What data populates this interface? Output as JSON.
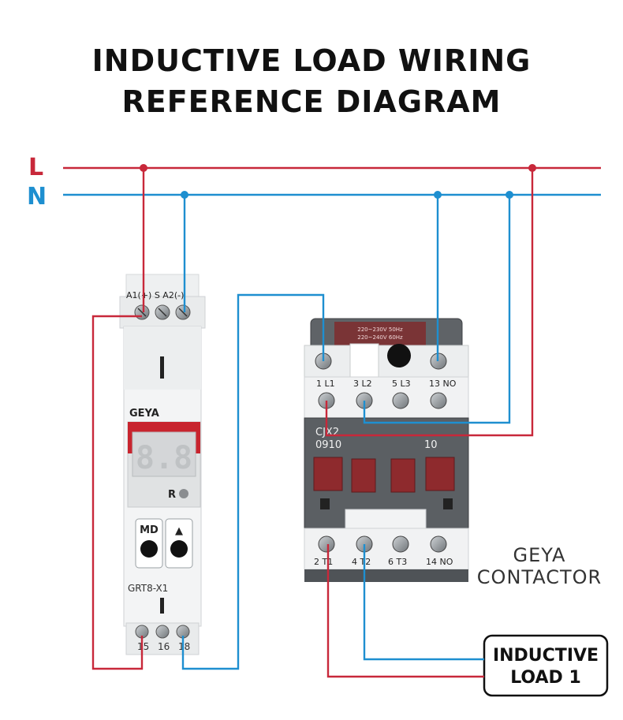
{
  "title": {
    "line1": "INDUCTIVE LOAD WIRING",
    "line2": "REFERENCE DIAGRAM"
  },
  "lines": {
    "L": "L",
    "N": "N"
  },
  "colors": {
    "live": "#c8283a",
    "neutral": "#1e8fd0",
    "contactor_body": "#5b5f63",
    "button_red": "#8e2a2d",
    "display_red": "#c8242e"
  },
  "timer": {
    "top_terminals": "A1(+)  S  A2(-)",
    "brand": "GEYA",
    "display_digits": "8.8",
    "reset_label": "R",
    "button_md": "MD",
    "button_up": "▲",
    "model": "GRT8-X1",
    "bottom_terminals": [
      "15",
      "16",
      "18"
    ]
  },
  "contactor": {
    "top_terminals": [
      "1 L1",
      "3 L2",
      "5 L3",
      "13 NO"
    ],
    "bottom_terminals": [
      "2 T1",
      "4 T2",
      "6 T3",
      "14 NO"
    ],
    "model_line1": "CJX2",
    "model_line2": "0910",
    "aux_code": "10",
    "coil_label_line1": "220~230V 50Hz",
    "coil_label_line2": "220~240V 60Hz",
    "caption_line1": "GEYA",
    "caption_line2": "CONTACTOR"
  },
  "load": {
    "line1": "INDUCTIVE",
    "line2": "LOAD 1"
  }
}
